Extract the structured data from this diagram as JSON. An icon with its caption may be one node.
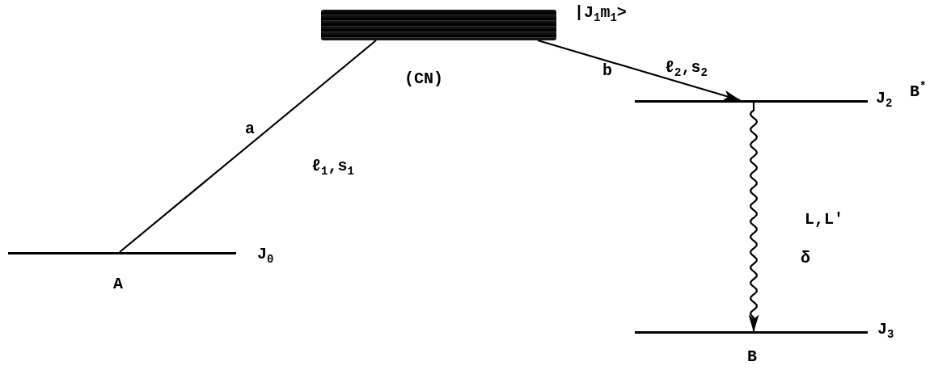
{
  "diagram": {
    "nodes": [
      {
        "text": [],
        "shape": "bar",
        "beside": [
          "|J$_{1}$m$_{1}$>",
          "(CN)"
        ]
      },
      {
        "text": [],
        "shape": "bar",
        "beside": [
          "J$_{0}$",
          "A"
        ]
      },
      {
        "text": [],
        "shape": "bar",
        "beside": [
          "J$_{2}$",
          "B$^{*}$"
        ]
      },
      {
        "text": [],
        "shape": "bar",
        "beside": [
          "J$_{3}$",
          "B"
        ]
      }
    ],
    "edges": [
      {
        "from": 1,
        "to": 0,
        "arrow": "none",
        "label": "a"
      },
      {
        "from": 0,
        "to": 2,
        "arrow": "to",
        "label": "b"
      },
      {
        "from": 2,
        "to": 3,
        "arrow": "to",
        "label": "L,L'"
      }
    ],
    "labels": [
      "ℓ$_{1}$,s$_{1}$",
      "ℓ$_{2}$,s$_{2}$",
      "δ"
    ]
  }
}
